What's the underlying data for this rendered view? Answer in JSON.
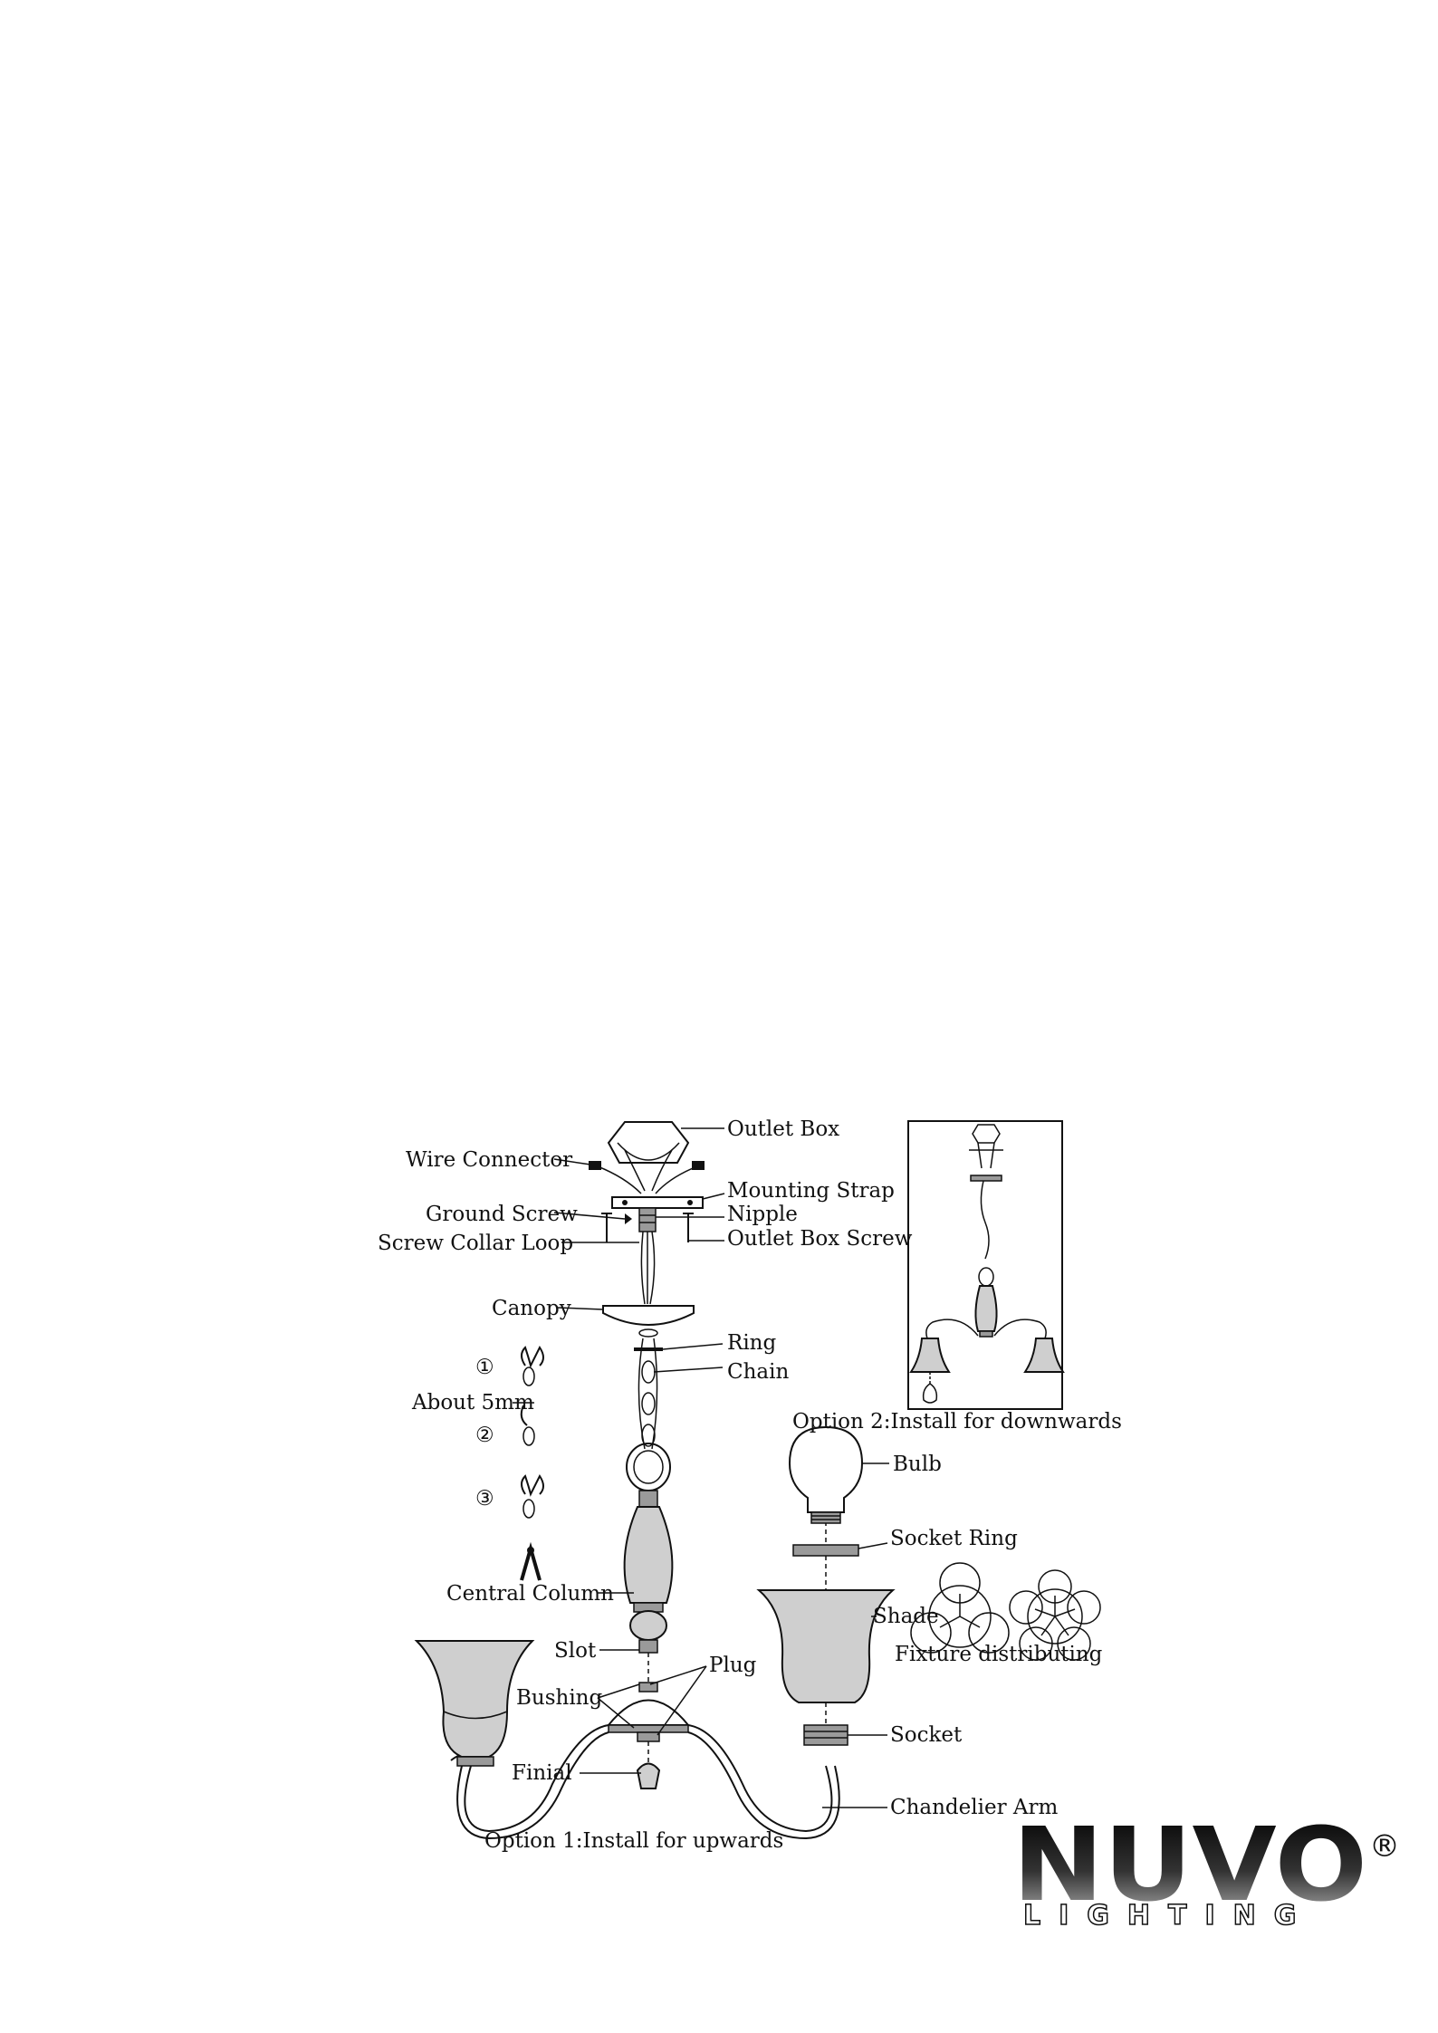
{
  "labels": {
    "outlet_box": "Outlet Box",
    "wire_connector": "Wire Connector",
    "mounting_strap": "Mounting Strap",
    "ground_screw": "Ground Screw",
    "nipple": "Nipple",
    "screw_collar_loop": "Screw Collar Loop",
    "outlet_box_screw": "Outlet Box Screw",
    "canopy": "Canopy",
    "ring": "Ring",
    "chain": "Chain",
    "about_5mm": "About 5mm",
    "option2": "Option 2:Install for downwards",
    "bulb": "Bulb",
    "socket_ring": "Socket Ring",
    "central_column": "Central Column",
    "shade": "Shade",
    "slot": "Slot",
    "plug": "Plug",
    "fixture_distributing": "Fixture distributing",
    "bushing": "Bushing",
    "socket": "Socket",
    "finial": "Finial",
    "chandelier_arm": "Chandelier Arm",
    "option1": "Option 1:Install for upwards",
    "step1": "①",
    "step2": "②",
    "step3": "③"
  },
  "logo": {
    "brand": "NUVO",
    "sub": "LIGHTING",
    "registered": "®"
  }
}
